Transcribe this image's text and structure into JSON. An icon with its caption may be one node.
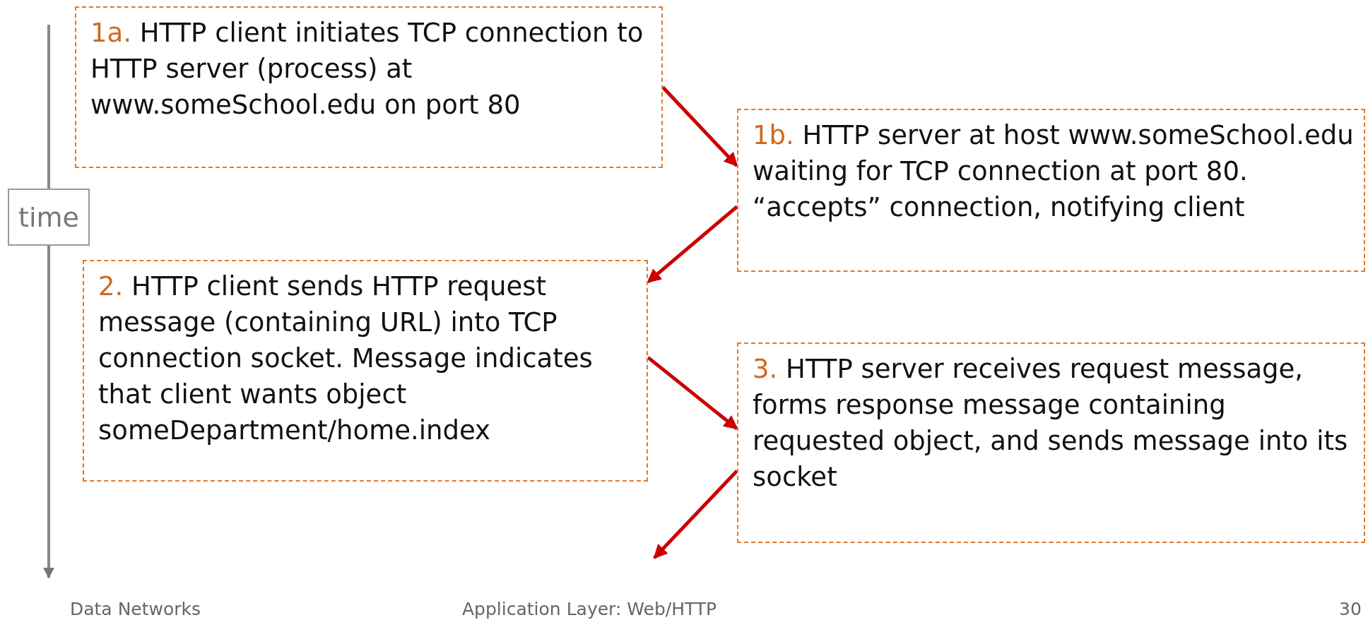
{
  "diagram": {
    "nodes": [
      {
        "text": [
          "1a.",
          "HTTP client initiates TCP connection to HTTP server (process) at www.someSchool.edu on port 80"
        ]
      },
      {
        "text": [
          "1b.",
          "HTTP server at host www.someSchool.edu waiting for TCP connection at port 80. “accepts” connection, notifying client"
        ]
      },
      {
        "text": [
          "2.",
          "HTTP client sends HTTP request message (containing URL) into TCP connection socket. Message indicates that client wants object someDepartment/home.index"
        ]
      },
      {
        "text": [
          "3.",
          "HTTP server receives request message, forms response message containing requested object, and sends message into its socket"
        ]
      },
      {
        "text": [
          "time"
        ]
      }
    ],
    "edges": [
      {
        "from": 0,
        "to": 1,
        "arrow": "to"
      },
      {
        "from": 1,
        "to": 2,
        "arrow": "to"
      },
      {
        "from": 2,
        "to": 3,
        "arrow": "to"
      },
      {
        "from": 3,
        "to": null,
        "arrow": "to"
      }
    ],
    "labels": [
      "Data Networks",
      "Application Layer: Web/HTTP",
      "30"
    ]
  }
}
